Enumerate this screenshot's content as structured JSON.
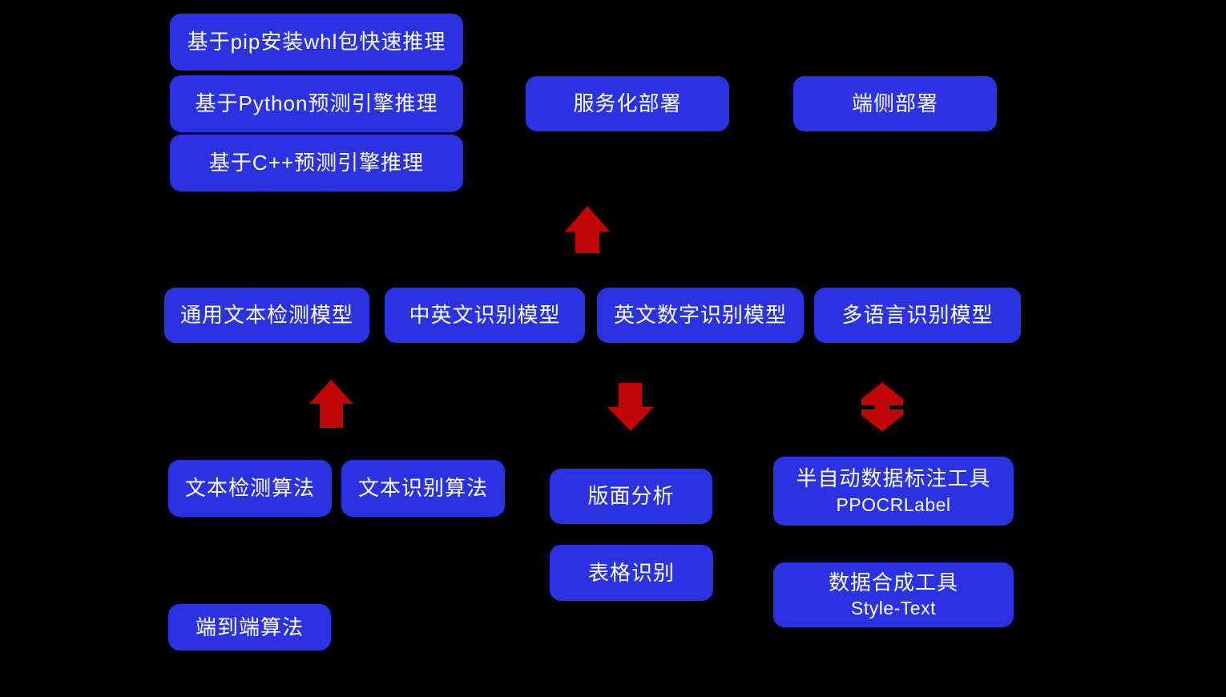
{
  "colors": {
    "background": "#000000",
    "box": "#2A32E1",
    "text": "#FFFFFF",
    "arrow": "#C00505"
  },
  "boxes": {
    "pip": {
      "label": "基于pip安装whl包快速推理"
    },
    "python": {
      "label": "基于Python预测引擎推理"
    },
    "cpp": {
      "label": "基于C++预测引擎推理"
    },
    "serving": {
      "label": "服务化部署"
    },
    "edge": {
      "label": "端侧部署"
    },
    "det_model": {
      "label": "通用文本检测模型"
    },
    "cn_en_rec_model": {
      "label": "中英文识别模型"
    },
    "en_num_rec_model": {
      "label": "英文数字识别模型"
    },
    "multilang_rec_model": {
      "label": "多语言识别模型"
    },
    "det_algo": {
      "label": "文本检测算法"
    },
    "rec_algo": {
      "label": "文本识别算法"
    },
    "layout_analysis": {
      "label": "版面分析"
    },
    "ppocrlabel": {
      "label": "半自动数据标注工具",
      "sublabel": "PPOCRLabel"
    },
    "table_rec": {
      "label": "表格识别"
    },
    "styletext": {
      "label": "数据合成工具",
      "sublabel": "Style-Text"
    },
    "e2e_algo": {
      "label": "端到端算法"
    }
  },
  "arrows": [
    {
      "name": "models-to-deployment-arrow",
      "direction": "up"
    },
    {
      "name": "algorithms-to-det-model-arrow",
      "direction": "up"
    },
    {
      "name": "models-to-layout-arrow",
      "direction": "down"
    },
    {
      "name": "models-tools-arrow",
      "direction": "up-down"
    }
  ]
}
